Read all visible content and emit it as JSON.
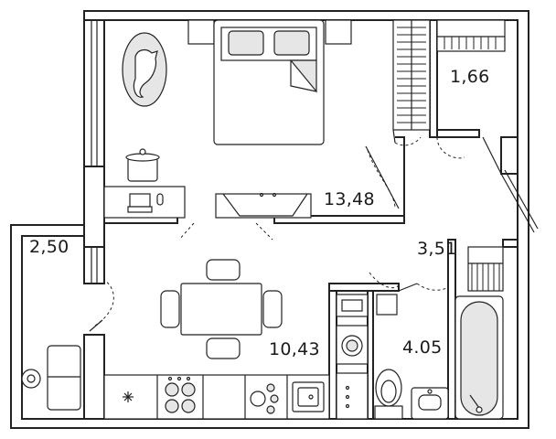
{
  "rooms": [
    {
      "id": "bedroom-living",
      "area": "13,48"
    },
    {
      "id": "wardrobe",
      "area": "1,66"
    },
    {
      "id": "balcony",
      "area": "2,50"
    },
    {
      "id": "hallway",
      "area": "3,51"
    },
    {
      "id": "kitchen",
      "area": "10,43"
    },
    {
      "id": "bathroom",
      "area": "4.05"
    }
  ],
  "colors": {
    "wall": "#222222",
    "fixture_fill": "#e6e6e6",
    "background": "#ffffff"
  }
}
